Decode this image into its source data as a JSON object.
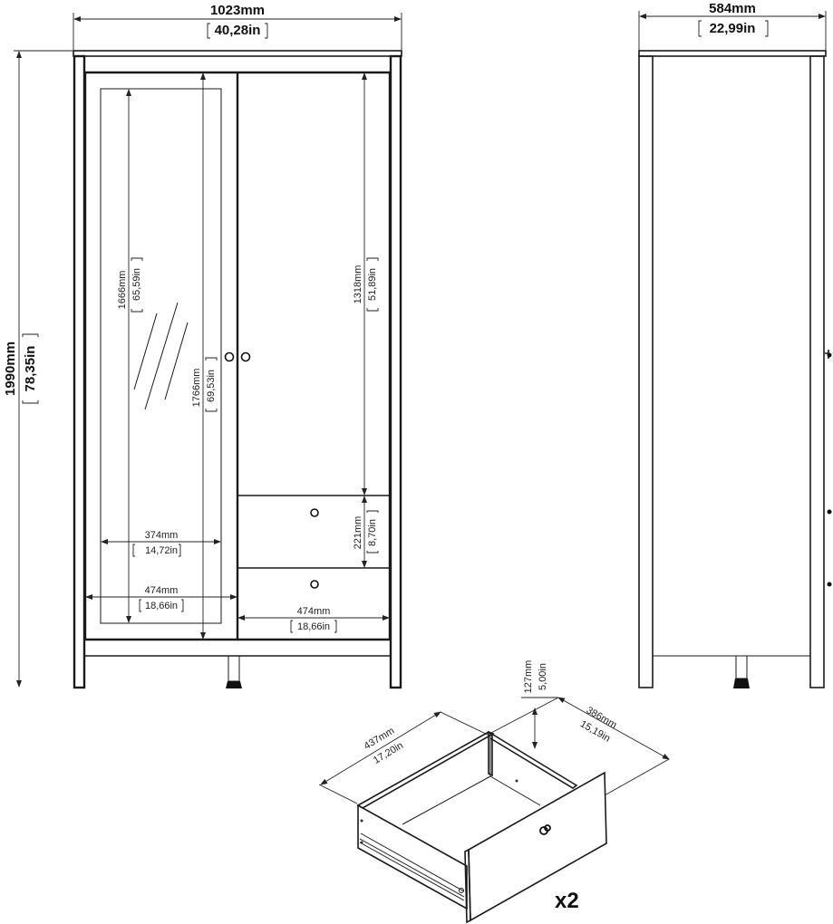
{
  "drawing": {
    "front_view": {
      "width": {
        "mm": "1023mm",
        "in": "40,28in"
      },
      "height": {
        "mm": "1990mm",
        "in": "78,35in"
      },
      "mirror_height": {
        "mm": "1666mm",
        "in": "65,59in"
      },
      "door_height": {
        "mm": "1766mm",
        "in": "69,53in"
      },
      "upper_compartment_height": {
        "mm": "1318mm",
        "in": "51,89in"
      },
      "drawer_height": {
        "mm": "221mm",
        "in": "8,70in"
      },
      "mirror_width": {
        "mm": "374mm",
        "in": "14,72in"
      },
      "door_width": {
        "mm": "474mm",
        "in": "18,66in"
      },
      "drawer_width": {
        "mm": "474mm",
        "in": "18,66in"
      }
    },
    "side_view": {
      "depth": {
        "mm": "584mm",
        "in": "22,99in"
      }
    },
    "drawer_detail": {
      "length": {
        "mm": "437mm",
        "in": "17,20in"
      },
      "height": {
        "mm": "127mm",
        "in": "5,00in"
      },
      "depth": {
        "mm": "386mm",
        "in": "15,19in"
      },
      "quantity": "x2"
    }
  }
}
